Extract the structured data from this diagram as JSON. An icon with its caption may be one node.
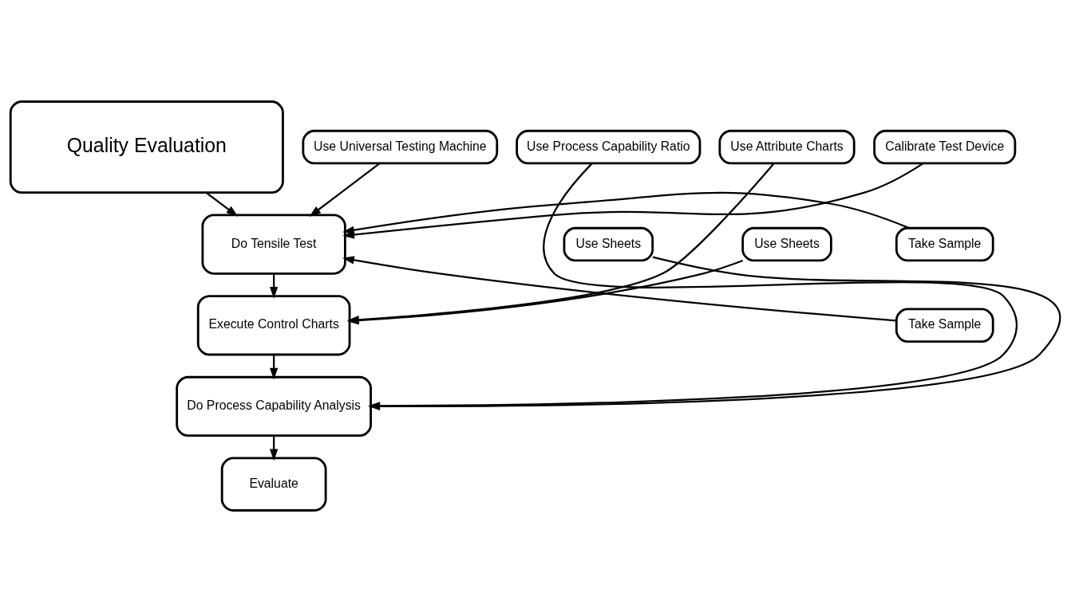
{
  "diagram": {
    "nodes": [
      {
        "text": [
          "Quality Evaluation"
        ]
      },
      {
        "text": [
          "Do Tensile Test"
        ]
      },
      {
        "text": [
          "Use Universal Testing Machine"
        ]
      },
      {
        "text": [
          "Calibrate Test Device"
        ]
      },
      {
        "text": [
          "Take Sample"
        ]
      },
      {
        "text": [
          "Take Sample"
        ]
      },
      {
        "text": [
          "Execute Control Charts"
        ]
      },
      {
        "text": [
          "Use Attribute Charts"
        ]
      },
      {
        "text": [
          "Use Sheets"
        ]
      },
      {
        "text": [
          "Do Process Capability Analysis"
        ]
      },
      {
        "text": [
          "Use Process Capability Ratio"
        ]
      },
      {
        "text": [
          "Use Sheets"
        ]
      },
      {
        "text": [
          "Evaluate"
        ]
      }
    ],
    "edges": [
      {
        "from": 0,
        "to": 1,
        "arrow": "to"
      },
      {
        "from": 2,
        "to": 1,
        "arrow": "to"
      },
      {
        "from": 3,
        "to": 1,
        "arrow": "to"
      },
      {
        "from": 4,
        "to": 1,
        "arrow": "to"
      },
      {
        "from": 5,
        "to": 1,
        "arrow": "to"
      },
      {
        "from": 1,
        "to": 6,
        "arrow": "to"
      },
      {
        "from": 7,
        "to": 6,
        "arrow": "to"
      },
      {
        "from": 8,
        "to": 6,
        "arrow": "to"
      },
      {
        "from": 6,
        "to": 9,
        "arrow": "to"
      },
      {
        "from": 10,
        "to": 9,
        "arrow": "to"
      },
      {
        "from": 11,
        "to": 9,
        "arrow": "to"
      },
      {
        "from": 9,
        "to": 12,
        "arrow": "to"
      }
    ]
  }
}
